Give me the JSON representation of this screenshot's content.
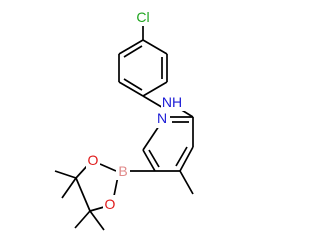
{
  "labels": {
    "chlorine": "Cl",
    "amine_nh": "NH",
    "pyridine_n": "N",
    "boron": "B",
    "oxygen_upper": "O",
    "oxygen_lower": "O"
  },
  "colors": {
    "bond": "#000000",
    "chlorine": "#1fa51f",
    "nitrogen": "#1b1bd6",
    "boron": "#e08a8a",
    "oxygen": "#e01b1b"
  }
}
